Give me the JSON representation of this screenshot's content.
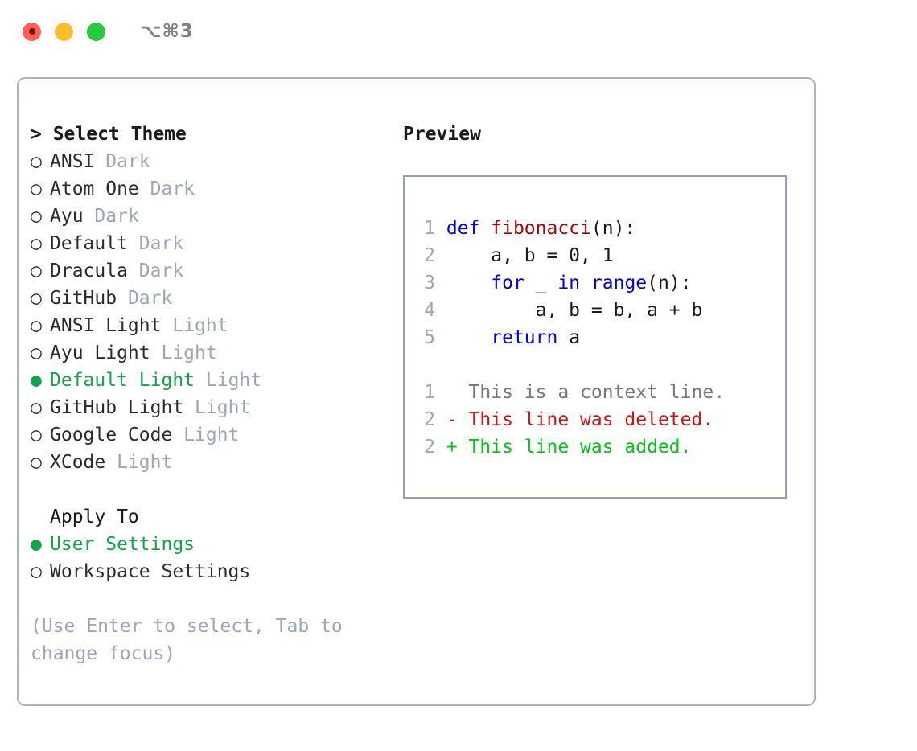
{
  "titlebar": {
    "shortcut": "⌥⌘3",
    "buttons": [
      {
        "name": "close",
        "color": "#ff5f56"
      },
      {
        "name": "minimize",
        "color": "#ffbd2e"
      },
      {
        "name": "maximize",
        "color": "#27c93f"
      }
    ]
  },
  "theme_picker": {
    "heading": "> Select Theme",
    "items": [
      {
        "marker": "○",
        "label": "ANSI",
        "tag": "Dark",
        "selected": false
      },
      {
        "marker": "○",
        "label": "Atom One",
        "tag": "Dark",
        "selected": false
      },
      {
        "marker": "○",
        "label": "Ayu",
        "tag": "Dark",
        "selected": false
      },
      {
        "marker": "○",
        "label": "Default",
        "tag": "Dark",
        "selected": false
      },
      {
        "marker": "○",
        "label": "Dracula",
        "tag": "Dark",
        "selected": false
      },
      {
        "marker": "○",
        "label": "GitHub",
        "tag": "Dark",
        "selected": false
      },
      {
        "marker": "○",
        "label": "ANSI Light",
        "tag": "Light",
        "selected": false
      },
      {
        "marker": "○",
        "label": "Ayu Light",
        "tag": "Light",
        "selected": false
      },
      {
        "marker": "●",
        "label": "Default Light",
        "tag": "Light",
        "selected": true
      },
      {
        "marker": "○",
        "label": "GitHub Light",
        "tag": "Light",
        "selected": false
      },
      {
        "marker": "○",
        "label": "Google Code",
        "tag": "Light",
        "selected": false
      },
      {
        "marker": "○",
        "label": "XCode",
        "tag": "Light",
        "selected": false
      }
    ]
  },
  "apply_to": {
    "heading": "Apply To",
    "items": [
      {
        "marker": "●",
        "label": "User Settings",
        "selected": true
      },
      {
        "marker": "○",
        "label": "Workspace Settings",
        "selected": false
      }
    ]
  },
  "hint": "(Use Enter to select, Tab to change focus)",
  "preview": {
    "title": "Preview",
    "code_lines": [
      {
        "num": "1",
        "tokens": [
          {
            "t": "def ",
            "c": "kw"
          },
          {
            "t": "fibonacci",
            "c": "fn"
          },
          {
            "t": "(n):",
            "c": "pl"
          }
        ]
      },
      {
        "num": "2",
        "tokens": [
          {
            "t": "    a, b = 0, 1",
            "c": "pl"
          }
        ]
      },
      {
        "num": "3",
        "tokens": [
          {
            "t": "    ",
            "c": "pl"
          },
          {
            "t": "for",
            "c": "kw"
          },
          {
            "t": " _ ",
            "c": "pl"
          },
          {
            "t": "in",
            "c": "kw"
          },
          {
            "t": " ",
            "c": "pl"
          },
          {
            "t": "range",
            "c": "kw"
          },
          {
            "t": "(n):",
            "c": "pl"
          }
        ]
      },
      {
        "num": "4",
        "tokens": [
          {
            "t": "        a, b = b, a + b",
            "c": "pl"
          }
        ]
      },
      {
        "num": "5",
        "tokens": [
          {
            "t": "    ",
            "c": "pl"
          },
          {
            "t": "return",
            "c": "kw"
          },
          {
            "t": " a",
            "c": "pl"
          }
        ]
      }
    ],
    "diff_lines": [
      {
        "num": "1",
        "text": "  This is a context line.",
        "kind": "ctx"
      },
      {
        "num": "2",
        "text": "- This line was deleted.",
        "kind": "del"
      },
      {
        "num": "2",
        "text": "+ This line was added.",
        "kind": "add"
      }
    ]
  },
  "colors": {
    "accent_green": "#12a44a",
    "tag_gray": "#9ba7b8",
    "border": "#aab4c4",
    "preview_border": "#95a1b3",
    "keyword_blue": "#0000e6",
    "function_red": "#a80000",
    "diff_add": "#00c514",
    "diff_del": "#cc1111"
  }
}
